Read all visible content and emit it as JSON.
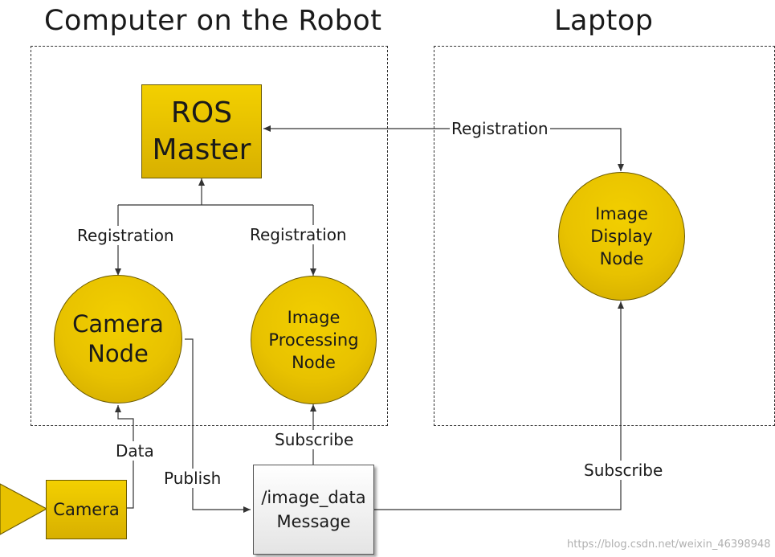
{
  "groups": {
    "robot_title": "Computer on the Robot",
    "laptop_title": "Laptop"
  },
  "nodes": {
    "ros_master": "ROS\nMaster",
    "camera_node": "Camera\nNode",
    "image_processing_node": "Image\nProcessing\nNode",
    "image_display_node": "Image\nDisplay\nNode",
    "camera": "Camera",
    "message": "/image_data\nMessage"
  },
  "edges": {
    "registration_laptop": "Registration",
    "registration_camera": "Registration",
    "registration_processing": "Registration",
    "data": "Data",
    "publish": "Publish",
    "subscribe_processing": "Subscribe",
    "subscribe_display": "Subscribe"
  },
  "watermark": "https://blog.csdn.net/weixin_46398948",
  "colors": {
    "node_fill": "#e8c200",
    "node_border": "#6b5a00",
    "message_fill": "#f0f0f0",
    "line": "#333333"
  }
}
